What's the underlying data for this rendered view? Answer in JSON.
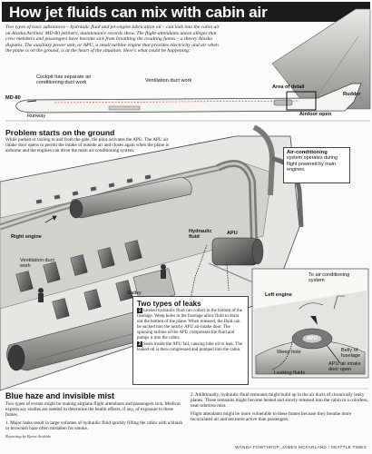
{
  "title": "How jet fluids can mix with cabin air",
  "intro": "Two types of toxic substances – hydraulic fluid and jet-engine lubrication oil – can leak into the cabin air on Alaska Airlines' MD-80 jetliners, maintenance records show. The flight-attendants union alleges that crew members and passengers have become sick from breathing the resulting fumes – a theory Alaska disputes. The auxiliary power unit, or APU, a small turbine engine that provides electricity and air when the plane is on the ground, is at the heart of the situation. Here's what could be happening:",
  "plane": {
    "model_label": "MD-80",
    "cockpit_label": "Cockpit has separate air conditioning duct work",
    "ventilation_label": "Ventilation duct work",
    "area_label": "Area of detail",
    "rudder_label": "Rudder",
    "runway_label": "Runway",
    "airdoor_label": "Airdoor open"
  },
  "problem": {
    "heading": "Problem starts on the ground",
    "text": "While parked or taxiing to and from the gate, the pilot activates the APU. The APU air intake door opens to permit the intake of outside air and closes again when the plane is airborne and the engines can drive the main air-conditioning system."
  },
  "aircon": {
    "heading": "Air-conditioning",
    "text": "system operates during flight powered by main engines."
  },
  "labels": {
    "right_engine": "Right engine",
    "ventilation_duct": "Ventilation duct work",
    "hydraulic_fluid": "Hydraulic fluid",
    "apu": "APU",
    "galley": "Galley",
    "left_engine": "Left engine",
    "aircon_system": "To air conditioning system",
    "weep_hole": "Weep hole",
    "belly_fuselage": "Belly of fuselage",
    "apu_intake": "APU air intake door open",
    "leaking_fluids": "Leaking fluids",
    "apu_small": "APU"
  },
  "leaks": {
    "heading": "Two types of leaks",
    "item1_num": "1",
    "item1": "Leaked hydraulic fluid can collect in the bottom of the fuselage. Weep holes in the fuselage allow fluid to drain out the bottom of the plane. When released, the fluid can be sucked into the nearby APU air-intake door. The spinning turbine of the APU compresses the fluid and pumps it into the cabin.",
    "item2_num": "2",
    "item2": "Seals inside the APU fail, causing lube oil to leak. The leaked oil is then compressed and pumped into the cabin."
  },
  "haze": {
    "heading": "Blue haze and invisible mist",
    "col1_p1": "Two types of events might be making airplane flight attendants and passengers sick. Medical experts say studies are needed to determine the health effects, if any, of exposure to these fumes.",
    "col1_p2": "1. Major leaks result in large volumes of hydraulic fluid quickly filling the cabin with a bluish or brownish haze often mistaken for smoke.",
    "col2_p1": "2. Additionally, hydraulic-fluid remnants might build up in the air ducts of chronically leaky planes. These remnants might become heated and slowly released into the cabin in a colorless, near-odorless mist.",
    "col2_p2": "Flight attendants might be more vulnerable to these fumes because they breathe more recirculated air and are more active than passengers."
  },
  "reporting": "Reporting by Byron Acohido",
  "credit": "WANDA FOWTHROP, JAMES MCFARLAND / SEATTLE TIMES"
}
